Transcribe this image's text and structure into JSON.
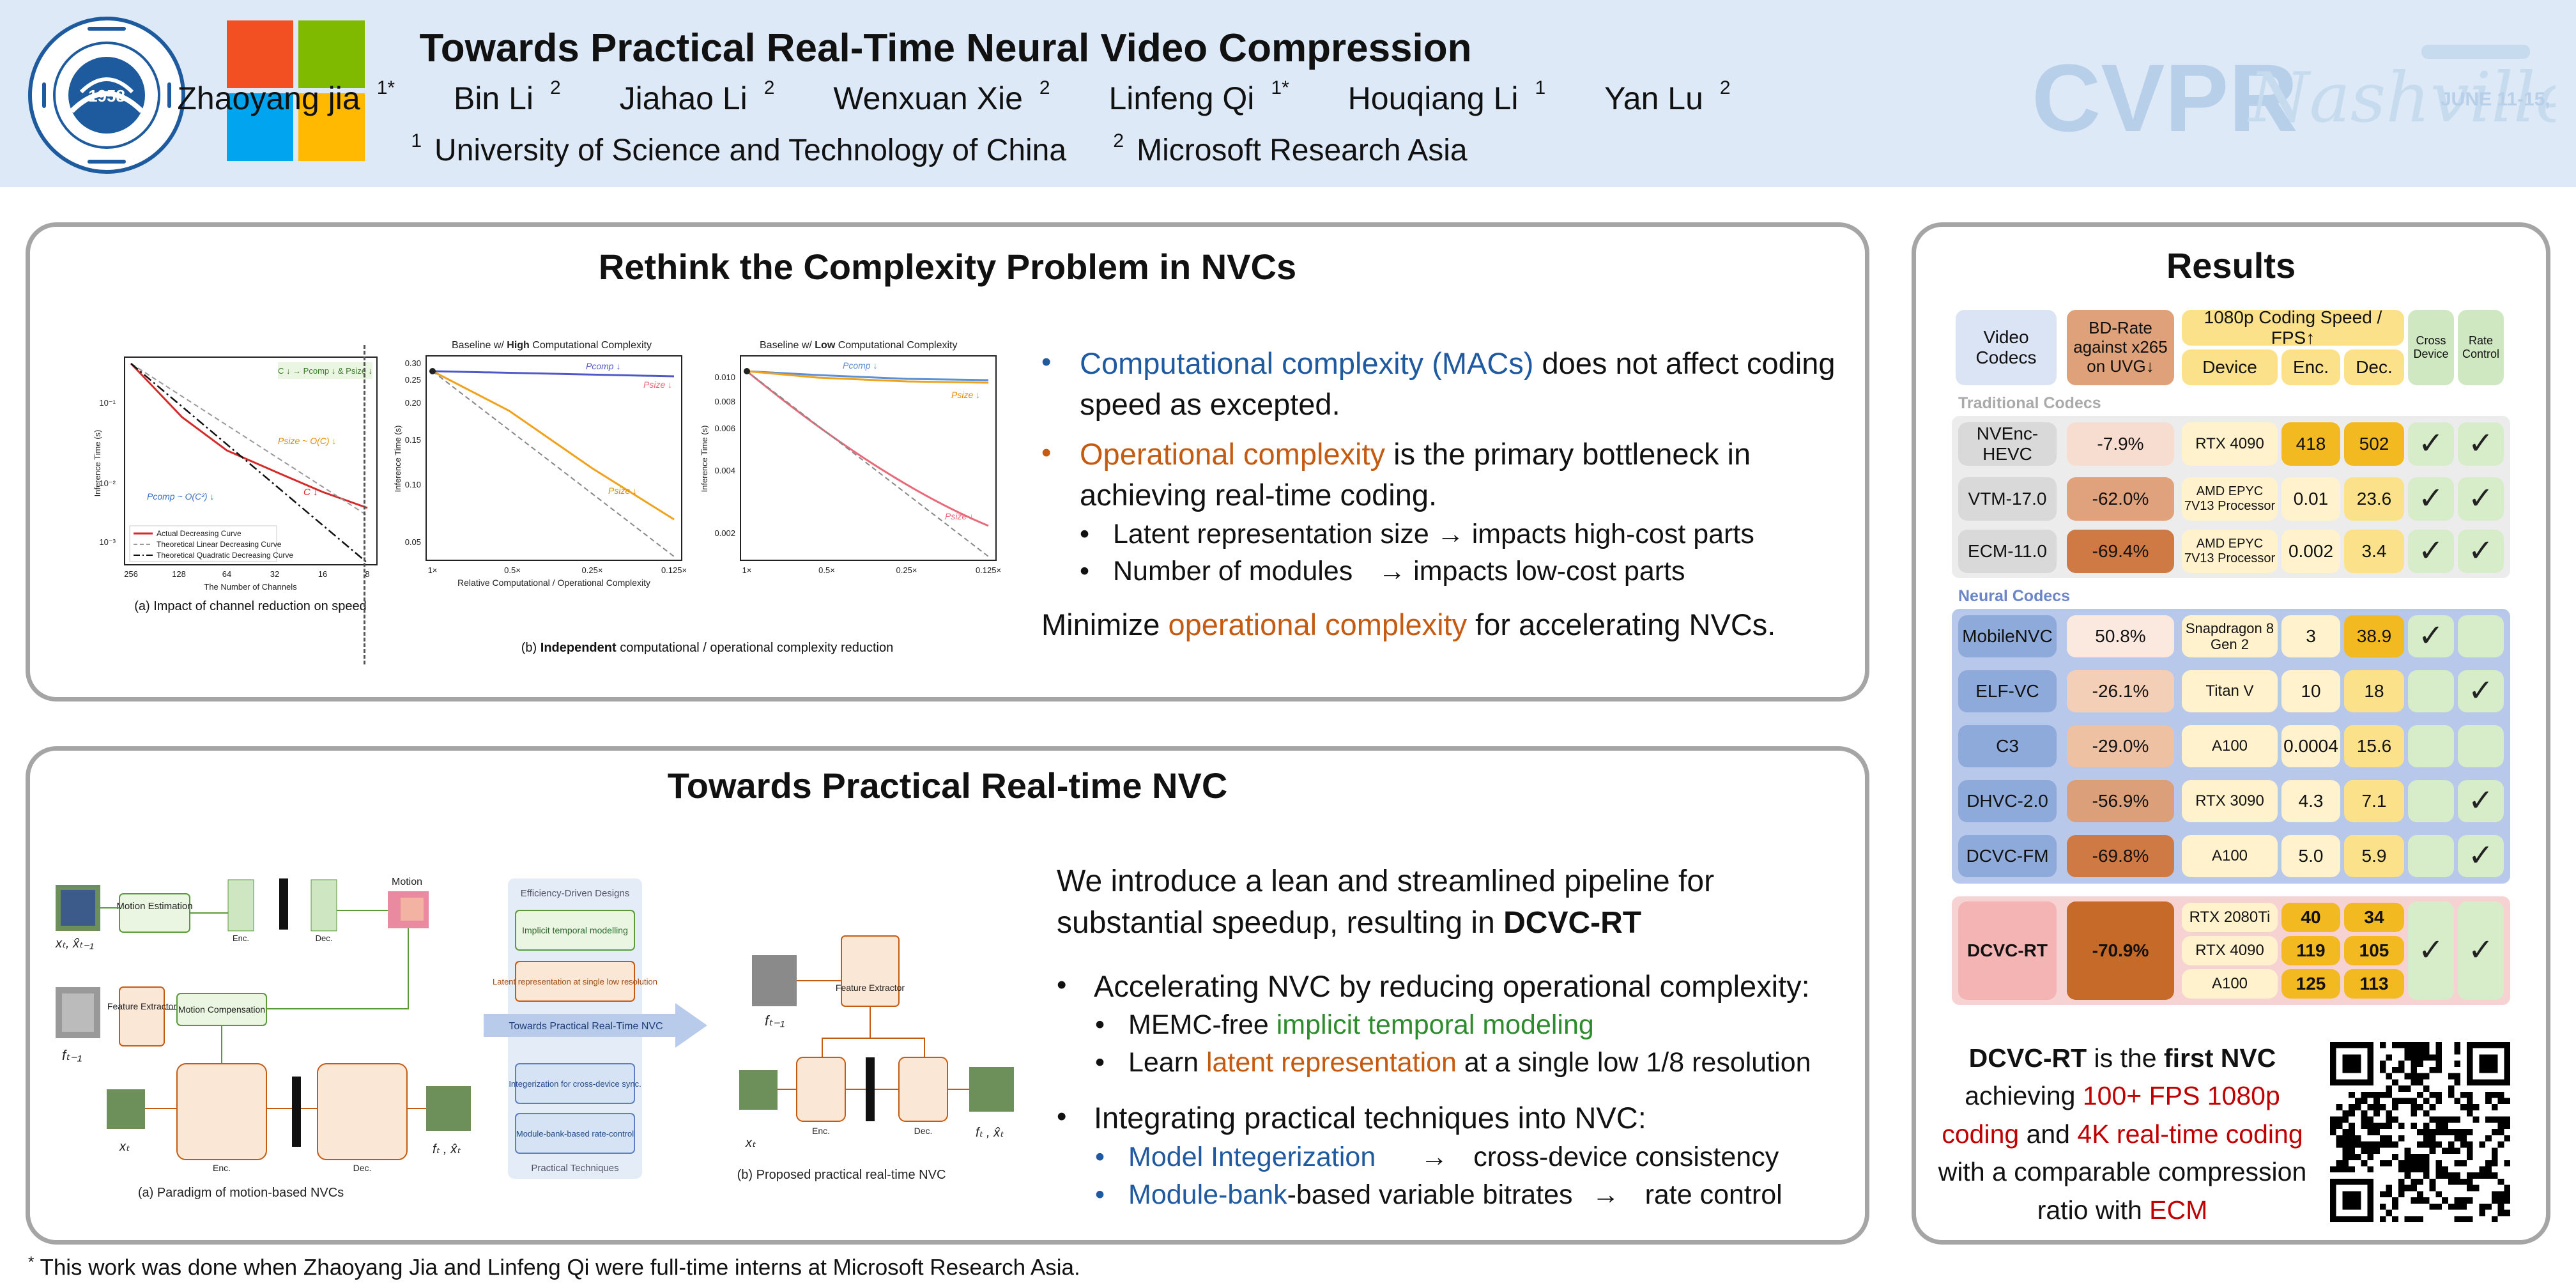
{
  "header": {
    "title": "Towards Practical Real-Time Neural Video Compression",
    "authors": [
      {
        "name": "Zhaoyang jia",
        "sup": "1*"
      },
      {
        "name": "Bin Li",
        "sup": "2"
      },
      {
        "name": "Jiahao Li",
        "sup": "2"
      },
      {
        "name": "Wenxuan Xie",
        "sup": "2"
      },
      {
        "name": "Linfeng Qi",
        "sup": "1*"
      },
      {
        "name": "Houqiang Li",
        "sup": "1"
      },
      {
        "name": "Yan Lu",
        "sup": "2"
      }
    ],
    "affiliations": [
      {
        "sup": "1",
        "name": "University of Science and Technology of China"
      },
      {
        "sup": "2",
        "name": "Microsoft Research Asia"
      }
    ],
    "ustc_logo_year": "1958",
    "cvpr_logo": {
      "main": "CVPR",
      "script": "Nashville",
      "dates": "JUNE 11-15, 2025"
    }
  },
  "rethink": {
    "title": "Rethink the Complexity Problem in NVCs",
    "fig_a": {
      "ylabel": "Inference Time (s)",
      "xlabel": "The Number of Channels",
      "xticks": [
        "256",
        "128",
        "64",
        "32",
        "16",
        "8"
      ],
      "yticks": [
        "10⁻¹",
        "10⁻²",
        "10⁻³"
      ],
      "legend": [
        "Actual Decreasing Curve",
        "Theoretical Linear Decreasing Curve",
        "Theoretical Quadratic Decreasing Curve"
      ],
      "header_note": "C ↓  →  Pcomp ↓  &  Psize ↓",
      "annot_size": "Psize ~ O(C) ↓",
      "annot_comp": "Pcomp ~ O(C²) ↓",
      "annot_c": "C ↓",
      "caption": "(a) Impact of channel reduction on speed"
    },
    "fig_b1": {
      "title_pre": "Baseline w/ ",
      "title_bold": "High",
      "title_post": " Computational Complexity",
      "ylabel": "Inference Time (s)",
      "yticks": [
        "0.30",
        "0.25",
        "0.20",
        "0.15",
        "0.10",
        "0.05"
      ],
      "xticks": [
        "1×",
        "0.5×",
        "0.25×",
        "0.125×"
      ],
      "label_comp": "Pcomp ↓",
      "label_size1": "Psize ↓",
      "label_size2": "Psize ↓"
    },
    "fig_b2": {
      "title_pre": "Baseline w/ ",
      "title_bold": "Low",
      "title_post": " Computational Complexity",
      "ylabel": "Inference Time (s)",
      "yticks": [
        "0.010",
        "0.008",
        "0.006",
        "0.004",
        "0.002"
      ],
      "xticks": [
        "1×",
        "0.5×",
        "0.25×",
        "0.125×"
      ],
      "label_comp": "Pcomp ↓",
      "label_size1": "Psize ↓",
      "label_size2": "Psize ↓"
    },
    "fig_b_xlabel": "Relative Computational / Operational Complexity",
    "fig_b_caption_pre": "(b) ",
    "fig_b_caption_bold": "Independent",
    "fig_b_caption_post": " computational / operational complexity reduction",
    "bullet1_colored": "Computational complexity (MACs)",
    "bullet1_rest": " does not affect coding speed as excepted.",
    "bullet2_colored": "Operational complexity",
    "bullet2_rest": " is the primary bottleneck in achieving real-time coding.",
    "sub1": "Latent representation size → impacts high-cost parts",
    "sub2_a": "Number of modules",
    "sub2_b": "→ impacts low-cost  parts",
    "conclusion_pre": "Minimize ",
    "conclusion_colored": "operational complexity",
    "conclusion_post": " for accelerating NVCs."
  },
  "practical": {
    "title": "Towards Practical Real-time NVC",
    "diagram": {
      "motion_estimation": "Motion Estimation",
      "motion": "Motion",
      "enc": "Enc.",
      "dec": "Dec.",
      "feature_extractor": "Feature Extractor",
      "motion_compensation": "Motion Compensation",
      "x_input": "xₜ, x̂ₜ₋₁",
      "f_prev": "fₜ₋₁",
      "x_t": "xₜ",
      "f_out": "fₜ , x̂ₜ",
      "caption_a": "(a) Paradigm of motion-based NVCs",
      "caption_b": "(b) Proposed practical real-time NVC",
      "eff_title": "Efficiency-Driven Designs",
      "eff_item1": "Implicit temporal modelling",
      "eff_item2": "Latent representation at single low resolution",
      "arrow_label": "Towards Practical Real-Time NVC",
      "prac_item1": "Integerization for cross-device sync.",
      "prac_item2": "Module-bank-based rate-control",
      "prac_title": "Practical Techniques"
    },
    "intro_pre": "We introduce a lean and streamlined pipeline for substantial speedup, resulting in ",
    "intro_bold": "DCVC-RT",
    "bullet1": "Accelerating NVC by reducing operational complexity:",
    "sub1_pre": "MEMC-free ",
    "sub1_colored": "implicit temporal modeling",
    "sub2_pre": "Learn ",
    "sub2_colored": "latent representation",
    "sub2_post": " at a single low 1/8 resolution",
    "bullet2": "Integrating practical techniques into NVC:",
    "sub3_colored": "Model Integerization",
    "sub3_arrow": "→",
    "sub3_rest": "cross-device consistency",
    "sub4_colored": "Module-bank",
    "sub4_mid": "-based variable bitrates",
    "sub4_arrow": "→",
    "sub4_rest": "rate control"
  },
  "results": {
    "title": "Results",
    "headers": {
      "codecs": "Video Codecs",
      "bdrate": "BD-Rate against x265 on UVG↓",
      "speed": "1080p Coding Speed / FPS↑",
      "device": "Device",
      "enc": "Enc.",
      "dec": "Dec.",
      "cross": "Cross Device",
      "rate": "Rate Control"
    },
    "traditional_label": "Traditional Codecs",
    "neural_label": "Neural Codecs",
    "traditional": [
      {
        "name": "NVEnc-HEVC",
        "bd": "-7.9%",
        "device": "RTX 4090",
        "enc": "418",
        "dec": "502",
        "cross": true,
        "rate": true
      },
      {
        "name": "VTM-17.0",
        "bd": "-62.0%",
        "device": "AMD EPYC 7V13 Processor",
        "enc": "0.01",
        "dec": "23.6",
        "cross": true,
        "rate": true
      },
      {
        "name": "ECM-11.0",
        "bd": "-69.4%",
        "device": "AMD EPYC 7V13 Processor",
        "enc": "0.002",
        "dec": "3.4",
        "cross": true,
        "rate": true
      }
    ],
    "neural": [
      {
        "name": "MobileNVC",
        "bd": "50.8%",
        "device": "Snapdragon 8 Gen 2",
        "enc": "3",
        "dec": "38.9",
        "cross": true,
        "rate": false
      },
      {
        "name": "ELF-VC",
        "bd": "-26.1%",
        "device": "Titan V",
        "enc": "10",
        "dec": "18",
        "cross": false,
        "rate": true
      },
      {
        "name": "C3",
        "bd": "-29.0%",
        "device": "A100",
        "enc": "0.0004",
        "dec": "15.6",
        "cross": false,
        "rate": false
      },
      {
        "name": "DHVC-2.0",
        "bd": "-56.9%",
        "device": "RTX 3090",
        "enc": "4.3",
        "dec": "7.1",
        "cross": false,
        "rate": true
      },
      {
        "name": "DCVC-FM",
        "bd": "-69.8%",
        "device": "A100",
        "enc": "5.0",
        "dec": "5.9",
        "cross": false,
        "rate": true
      }
    ],
    "ours": {
      "name": "DCVC-RT",
      "bd": "-70.9%",
      "rows": [
        {
          "device": "RTX 2080Ti",
          "enc": "40",
          "dec": "34"
        },
        {
          "device": "RTX 4090",
          "enc": "119",
          "dec": "105"
        },
        {
          "device": "A100",
          "enc": "125",
          "dec": "113"
        }
      ],
      "cross": true,
      "rate": true
    },
    "summary": {
      "name": "DCVC-RT",
      "is_the": " is the ",
      "first": "first NVC",
      "achieving": "achieving ",
      "fps": "100+ FPS 1080p coding",
      "and": " and ",
      "k4": "4K real-time coding",
      "with": " with a comparable compression ratio with ",
      "ecm": "ECM"
    },
    "check": "✓"
  },
  "footnote": {
    "mark": "*",
    "text": "This work was done when Zhaoyang Jia and Linfeng Qi were full-time interns at Microsoft Research Asia."
  },
  "colors": {
    "header_bg": "#dde9f6",
    "blue": "#1f5aa0",
    "orange": "#c55a11",
    "green": "#2e8b2e",
    "red": "#c00000",
    "ms_red": "#f25022",
    "ms_green": "#7fba00",
    "ms_blue": "#00a4ef",
    "ms_yellow": "#ffb900"
  }
}
